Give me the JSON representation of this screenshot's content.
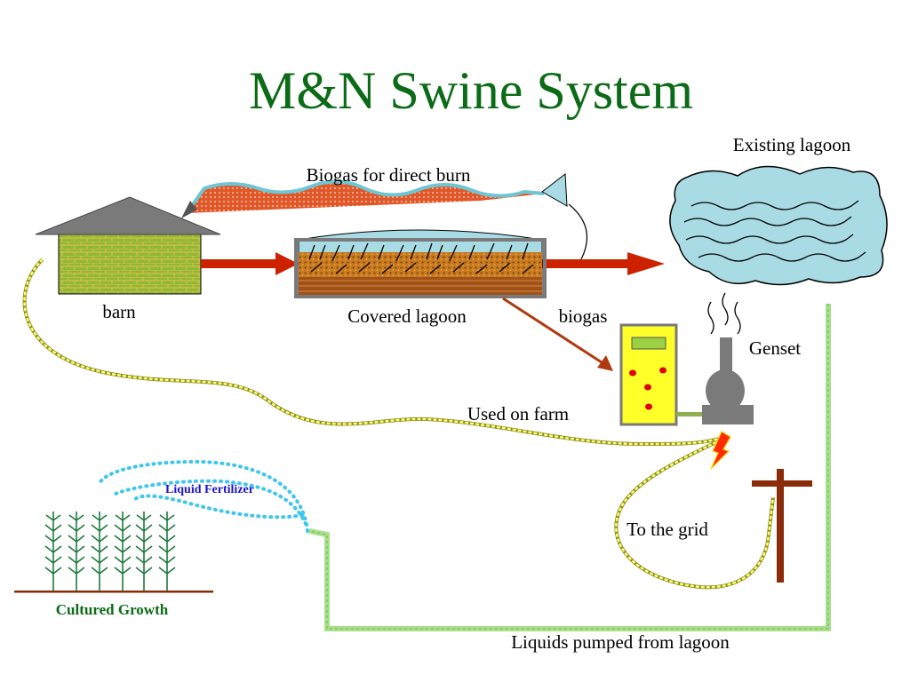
{
  "title": "M&N Swine System",
  "labels": {
    "existing_lagoon": "Existing lagoon",
    "biogas_direct_burn": "Biogas for direct burn",
    "barn": "barn",
    "covered_lagoon": "Covered lagoon",
    "biogas": "biogas",
    "genset": "Genset",
    "used_on_farm": "Used on farm",
    "liquid_fertilizer": "Liquid Fertilizer",
    "to_the_grid": "To the grid",
    "cultured_growth": "Cultured Growth",
    "liquids_pumped": "Liquids pumped from lagoon"
  },
  "colors": {
    "title": "#0b6b16",
    "lagoon_water": "#a9dbe5",
    "barn_brick": "#8fb83a",
    "barn_roof": "#7a7a7a",
    "flow_arrow": "#cc2200",
    "genset_body": "#ffff2a",
    "cable": "#ffff66",
    "pipe": "#a8e08a",
    "spray": "#3fc6ee",
    "pole": "#8a2b0a",
    "plant": "#1e7a3e",
    "fertilizer_text": "#1a14c8",
    "cultured_text": "#0b6b16"
  }
}
